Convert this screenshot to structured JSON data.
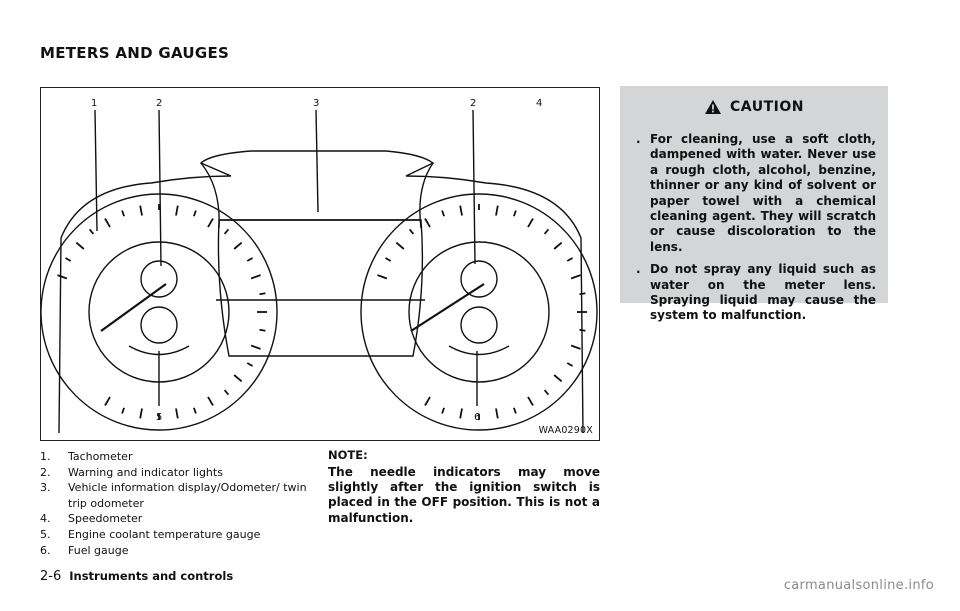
{
  "section_title": "METERS AND GAUGES",
  "figure": {
    "code": "WAA0290X",
    "callouts": [
      "1",
      "2",
      "3",
      "2",
      "4",
      "5",
      "6"
    ]
  },
  "legend": [
    {
      "num": "1.",
      "text": "Tachometer"
    },
    {
      "num": "2.",
      "text": "Warning and indicator lights"
    },
    {
      "num": "3.",
      "text": "Vehicle information display/Odometer/ twin trip odometer"
    },
    {
      "num": "4.",
      "text": "Speedometer"
    },
    {
      "num": "5.",
      "text": "Engine coolant temperature gauge"
    },
    {
      "num": "6.",
      "text": "Fuel gauge"
    }
  ],
  "note": {
    "heading": "NOTE:",
    "body": "The needle indicators may move slightly after the ignition switch is placed in the OFF position. This is not a malfunction."
  },
  "caution": {
    "title": "CAUTION",
    "icon": "warning-triangle-icon",
    "items": [
      {
        "bullet": ".",
        "text": "For cleaning, use a soft cloth, dampened with water. Never use a rough cloth, alcohol, benzine, thinner or any kind of solvent or paper towel with a chemical cleaning agent. They will scratch or cause discoloration to the lens."
      },
      {
        "bullet": ".",
        "text": "Do not spray any liquid such as water on the meter lens. Spraying liquid may cause the system to malfunction."
      }
    ]
  },
  "footer": {
    "page_number": "2-6",
    "section": "Instruments and controls"
  },
  "watermark": "carmanualsonline.info"
}
